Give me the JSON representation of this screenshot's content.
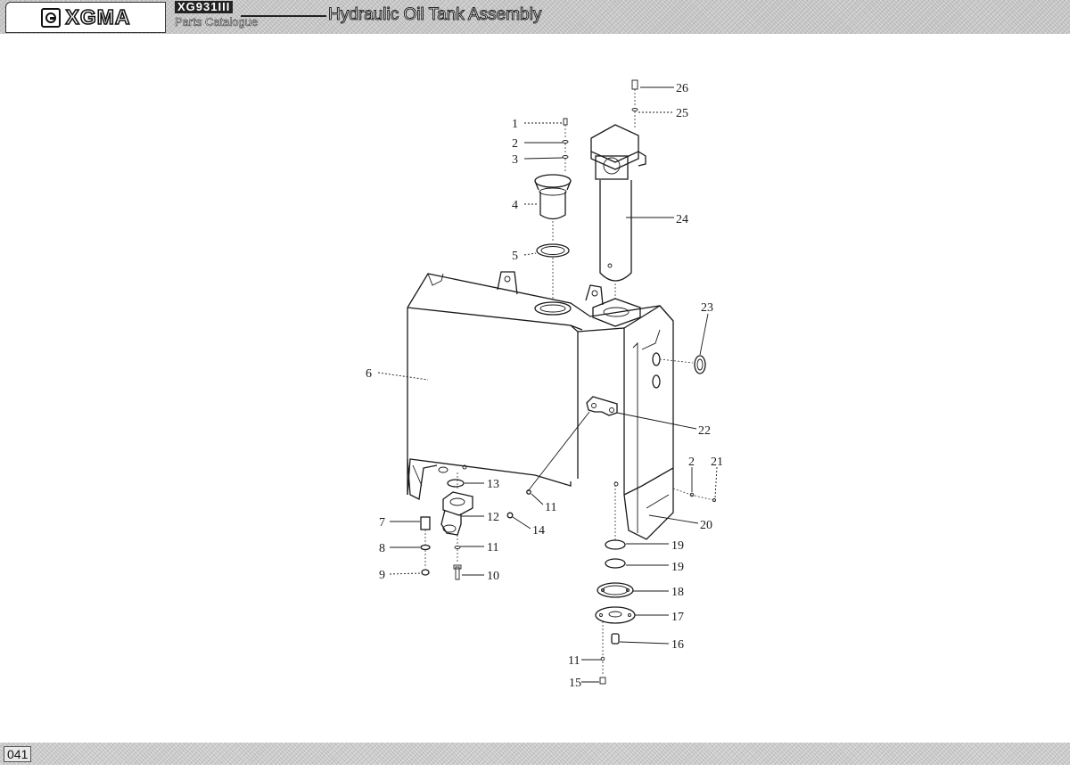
{
  "header": {
    "brand": "XGMA",
    "model": "XG931III",
    "catalogue": "Parts Catalogue",
    "title": "Hydraulic Oil Tank Assembly"
  },
  "footer": {
    "page_number": "041"
  },
  "callouts": [
    "1",
    "2",
    "3",
    "4",
    "5",
    "6",
    "7",
    "8",
    "9",
    "10",
    "11",
    "12",
    "13",
    "11",
    "14",
    "15",
    "16",
    "17",
    "18",
    "19",
    "19",
    "20",
    "21",
    "2",
    "22",
    "23",
    "24",
    "25",
    "26"
  ]
}
